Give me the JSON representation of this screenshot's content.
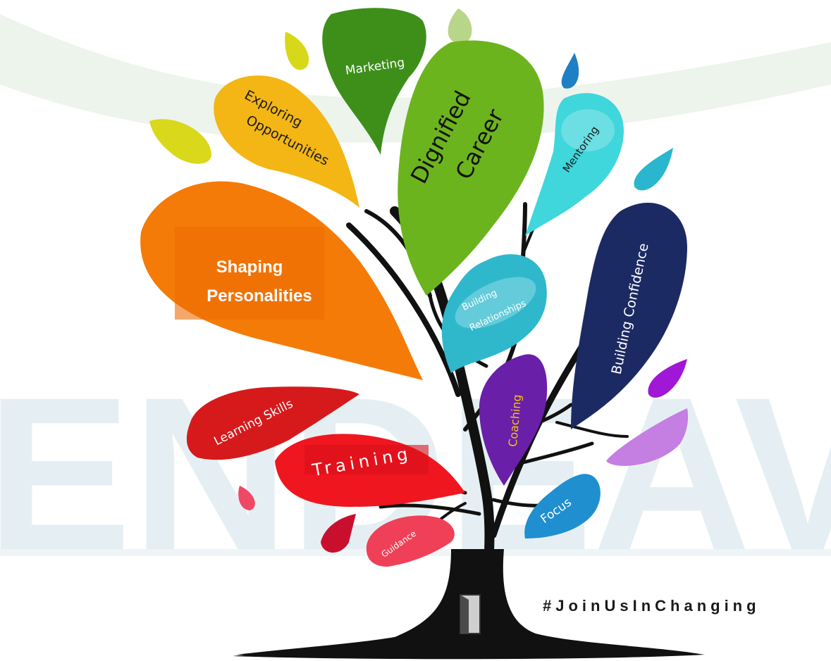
{
  "watermark": {
    "text": "ENDEAVOUR",
    "color": "#e3eef2"
  },
  "colors": {
    "trunk": "#111111",
    "marketing": "#3d8f1a",
    "exploring": "#f3b614",
    "dignified": "#6cb41e",
    "mentoring": "#3fd6dc",
    "shaping": "#f47b07",
    "relationships": "#2fb8cc",
    "confidence": "#1c2a63",
    "learning": "#d61a1c",
    "training": "#ef1620",
    "coaching": "#6a1fa8",
    "focus": "#1f8fd0",
    "guidance": "#ef4058"
  },
  "leaves": {
    "marketing": "Marketing",
    "exploring_line1": "Exploring",
    "exploring_line2": "Opportunities",
    "dignified_line1": "Dignified",
    "dignified_line2": "Career",
    "mentoring": "Mentoring",
    "shaping_line1": "Shaping",
    "shaping_line2": "Personalities",
    "relationships_line1": "Building",
    "relationships_line2": "Relationships",
    "confidence": "Building Confidence",
    "learning": "Learning Skills",
    "training": "Training",
    "coaching": "Coaching",
    "focus": "Focus",
    "guidance": "Guidance"
  },
  "hashtag": "#JoinUsInChanging"
}
